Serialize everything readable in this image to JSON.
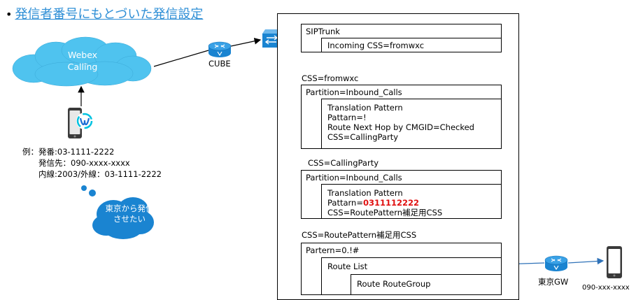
{
  "title": "発信者番号にもとづいた発信設定",
  "bullet": "•",
  "cloud": {
    "line1": "Webex",
    "line2": "Calling"
  },
  "cube_label": "CUBE",
  "caller_info": {
    "line1": "例：発番:03-1111-2222",
    "line2": "発信先：090-xxxx-xxxx",
    "line3": "内線:2003/外線：03-1111-2222"
  },
  "thought_bubble": {
    "line1": "東京から発信",
    "line2": "させたい"
  },
  "sip_trunk": {
    "title": "SIPTrunk",
    "incoming_css": "Incoming CSS=fromwxc"
  },
  "css_fromwxc": {
    "label": "CSS=fromwxc",
    "partition": "Partition=Inbound_Calls",
    "tp_title": "Translation Pattern",
    "tp_pattern": "Pattarn=!",
    "tp_route": "Route Next Hop by CMGID=Checked",
    "tp_css": "CSS=CallingParty"
  },
  "css_callingparty": {
    "label": "CSS=CallingParty",
    "partition": "Partition=Inbound_Calls",
    "tp_title": "Translation Pattern",
    "tp_pattern_prefix": "Pattarn=",
    "tp_pattern_value": "0311112222",
    "tp_css": "CSS=RoutePattern補足用CSS"
  },
  "css_routepattern": {
    "label": "CSS=RoutePattern補足用CSS",
    "pattern": "Partern=0.!#",
    "route_list": "Route List",
    "route_group": "Route RouteGroup"
  },
  "tokyo_gw_label": "東京GW",
  "dest_number": "090-xxx-xxxx",
  "colors": {
    "title": "#2f8fd6",
    "cloud": "#4fc3ef",
    "router": "#1a84d1",
    "arrow": "#2f72b8",
    "highlight": "#e01010"
  }
}
